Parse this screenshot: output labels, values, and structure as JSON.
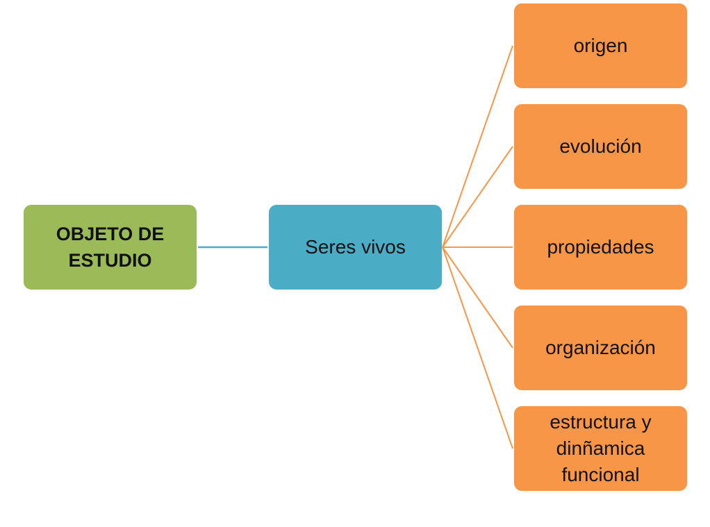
{
  "diagram": {
    "root": {
      "label": "OBJETO DE\nESTUDIO"
    },
    "middle": {
      "label": "Seres vivos"
    },
    "leaves": [
      {
        "label": "origen"
      },
      {
        "label": "evolución"
      },
      {
        "label": "propiedades"
      },
      {
        "label": "organización"
      },
      {
        "label": "estructura y\ndinñamica\nfuncional"
      }
    ]
  },
  "colors": {
    "root": "#9bbb59",
    "middle": "#4bacc6",
    "leaves": "#f79646",
    "root_connector": "#4bacc6",
    "leaf_connectors": "#f79646"
  }
}
